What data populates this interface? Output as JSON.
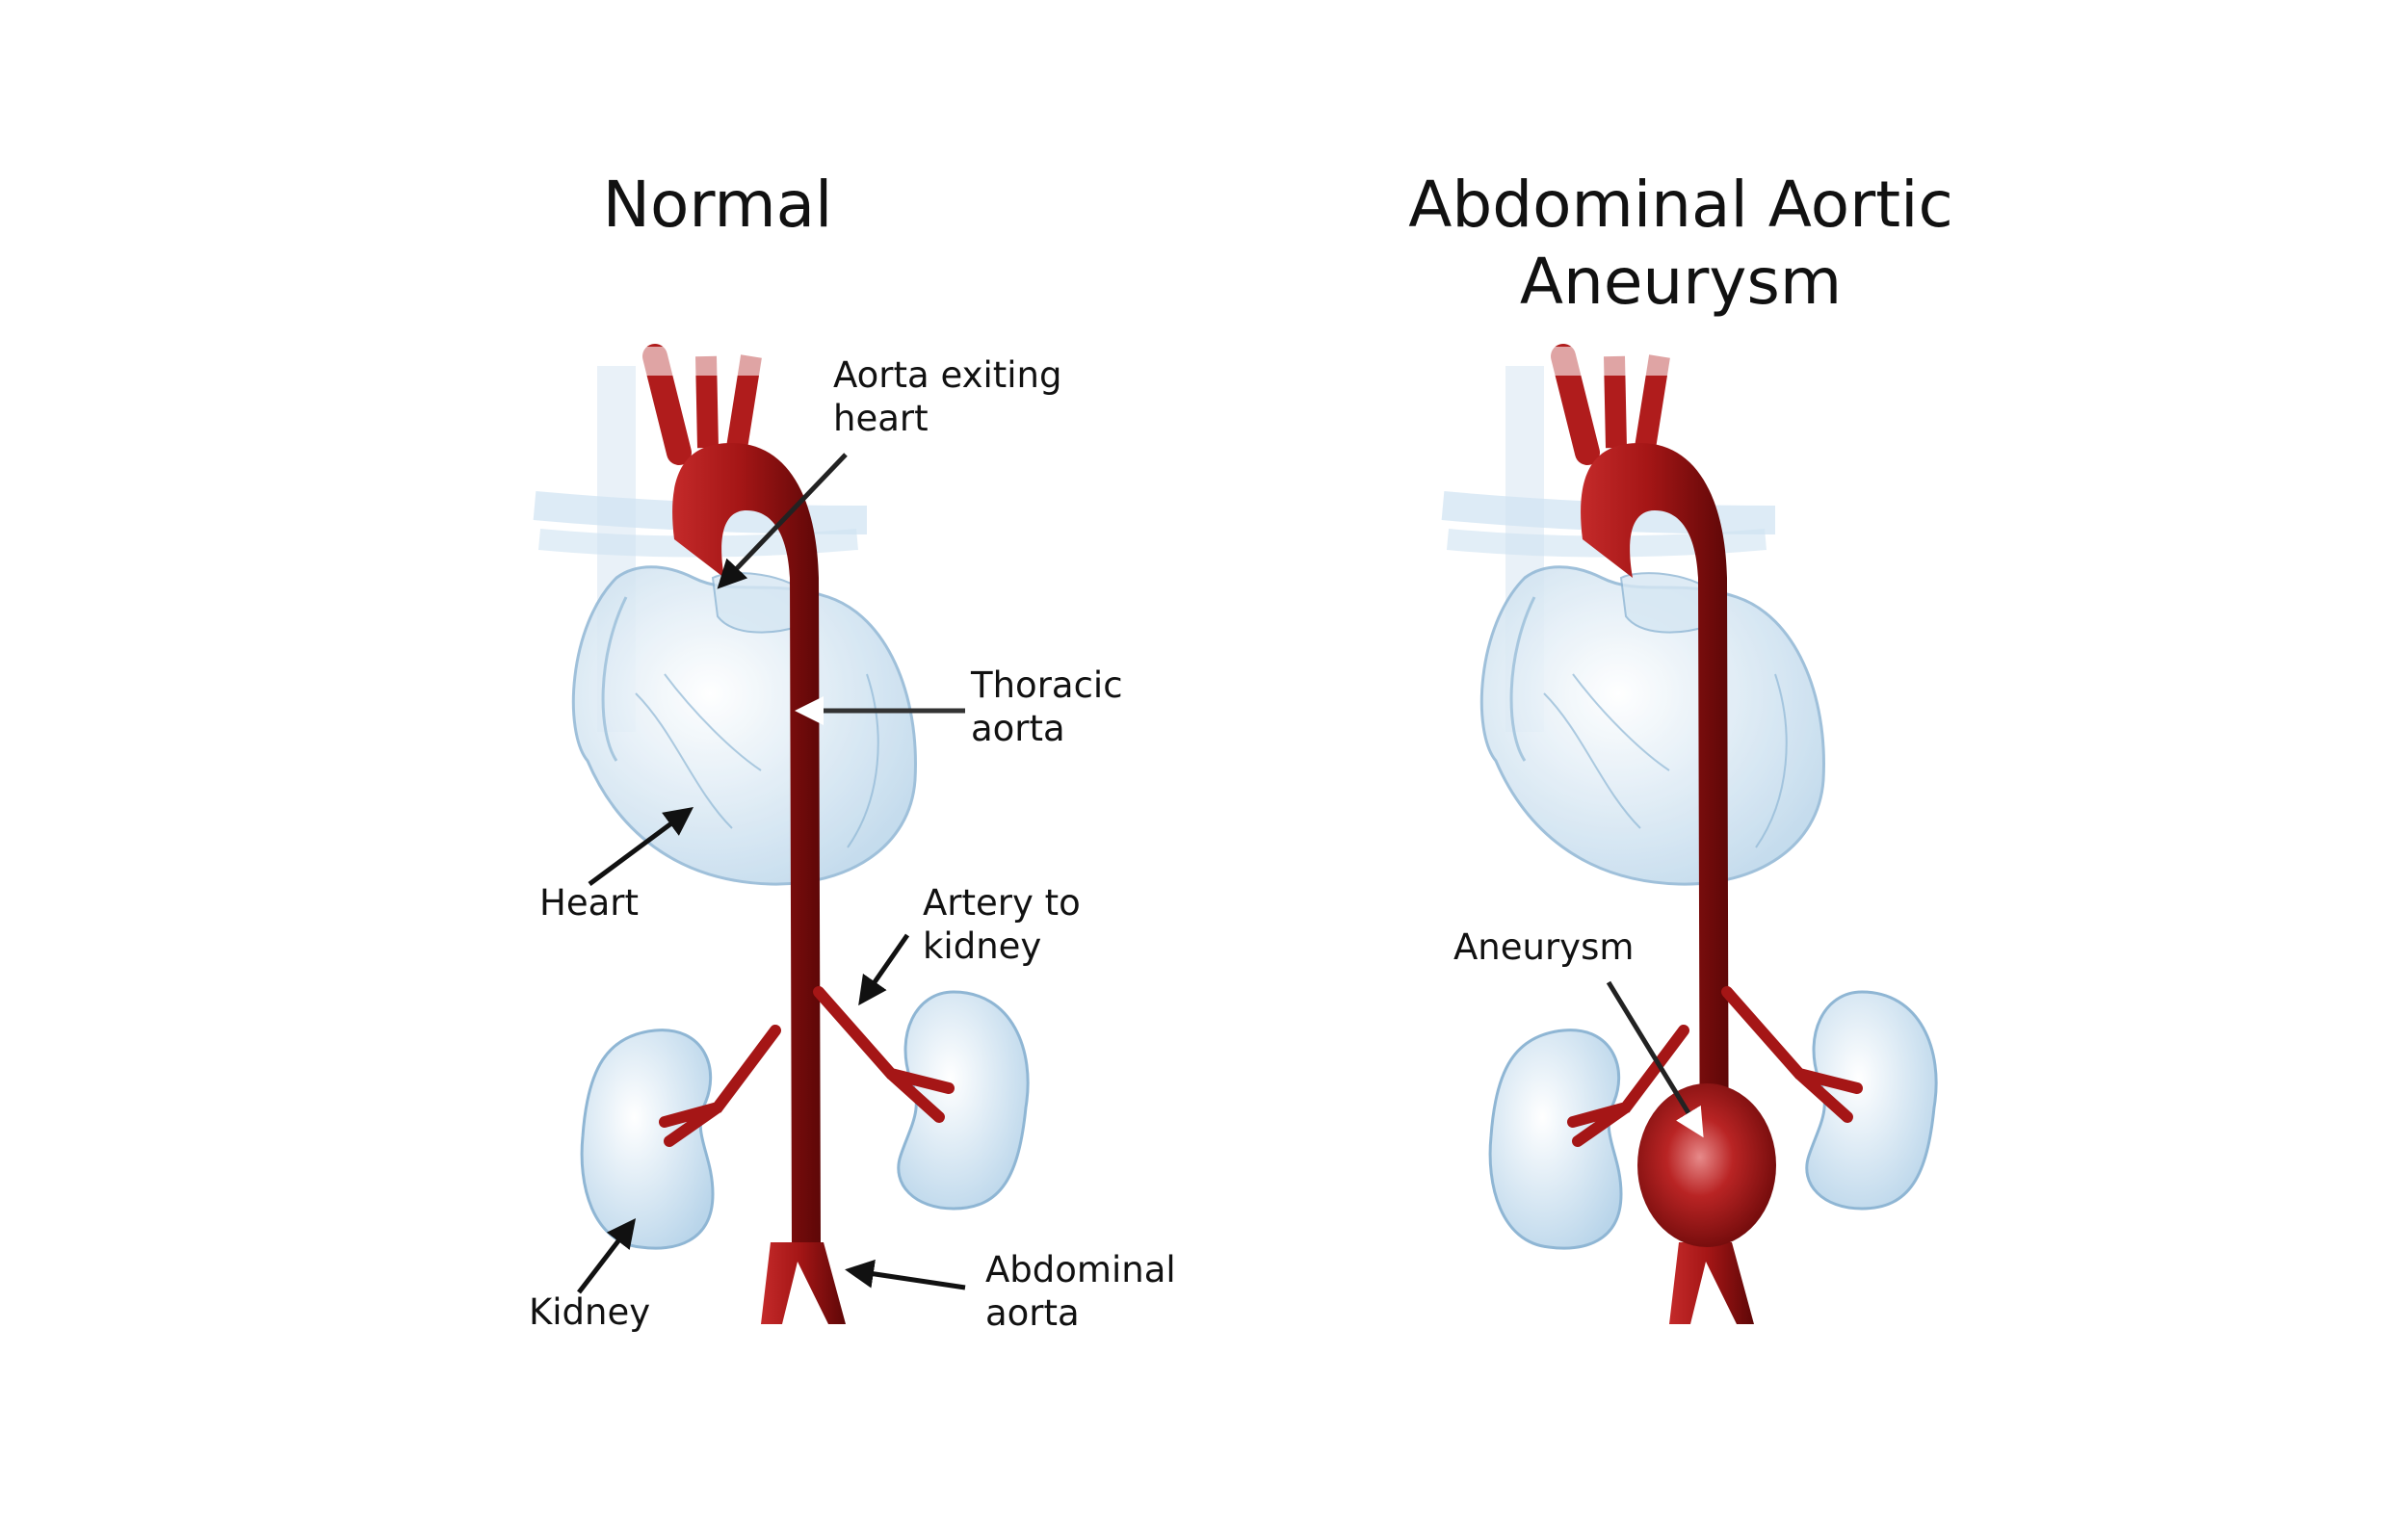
{
  "titles": {
    "normal": "Normal",
    "aaa_line1": "Abdominal Aortic",
    "aaa_line2": "Aneurysm"
  },
  "labels": {
    "aorta_exiting_heart": [
      "Aorta exiting",
      "heart"
    ],
    "thoracic_aorta": [
      "Thoracic",
      "aorta"
    ],
    "heart": "Heart",
    "artery_to_kidney": [
      "Artery to",
      "kidney"
    ],
    "kidney": "Kidney",
    "abdominal_aorta": [
      "Abdominal",
      "aorta"
    ],
    "aneurysm": "Aneurysm"
  },
  "colors": {
    "aorta": "#b01c1c",
    "aorta_dark": "#6e0a0a",
    "organ": "#cfe3f2",
    "organ_stroke": "#8fb6d4"
  }
}
